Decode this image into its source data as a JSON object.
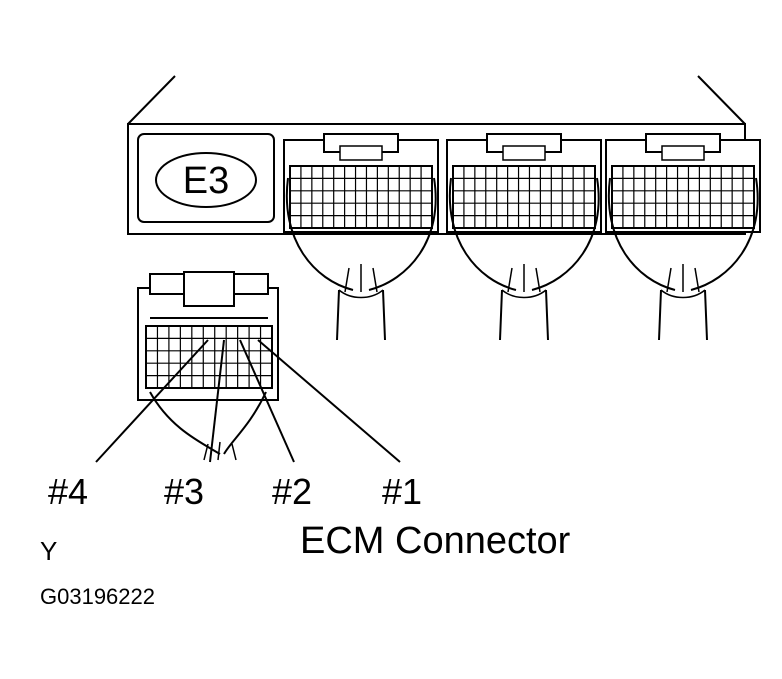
{
  "ecu_label": "E3",
  "pin_labels": [
    "#4",
    "#3",
    "#2",
    "#1"
  ],
  "caption": "ECM Connector",
  "view_marker": "Y",
  "figure_code": "G03196222"
}
